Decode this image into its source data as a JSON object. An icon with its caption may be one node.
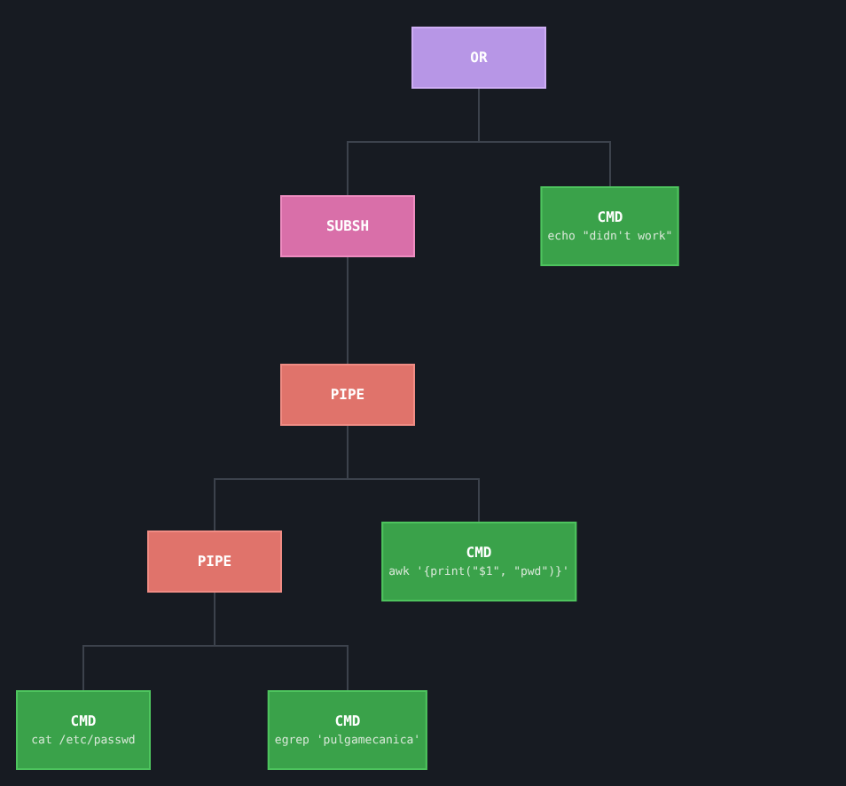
{
  "diagram": {
    "nodes": [
      {
        "text": [
          "OR"
        ]
      },
      {
        "text": [
          "SUBSH"
        ]
      },
      {
        "text": [
          "CMD",
          "echo \"didn't work\""
        ]
      },
      {
        "text": [
          "PIPE"
        ]
      },
      {
        "text": [
          "PIPE"
        ]
      },
      {
        "text": [
          "CMD",
          "awk '{print(\"$1\", \"pwd\")}'"
        ]
      },
      {
        "text": [
          "CMD",
          "cat /etc/passwd"
        ]
      },
      {
        "text": [
          "CMD",
          "egrep 'pulgamecanica'"
        ]
      }
    ],
    "edges": [
      {
        "from": 0,
        "to": 1,
        "arrow": "none"
      },
      {
        "from": 0,
        "to": 2,
        "arrow": "none"
      },
      {
        "from": 1,
        "to": 3,
        "arrow": "none"
      },
      {
        "from": 3,
        "to": 4,
        "arrow": "none"
      },
      {
        "from": 3,
        "to": 5,
        "arrow": "none"
      },
      {
        "from": 4,
        "to": 6,
        "arrow": "none"
      },
      {
        "from": 4,
        "to": 7,
        "arrow": "none"
      }
    ]
  }
}
